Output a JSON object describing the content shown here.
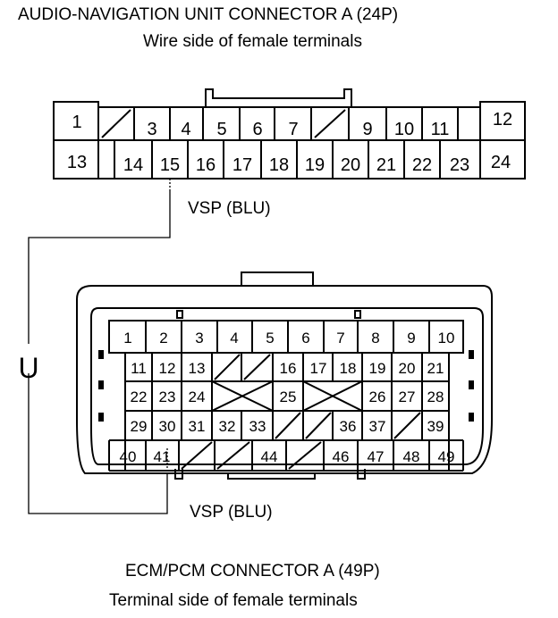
{
  "connector_a": {
    "title": "AUDIO-NAVIGATION UNIT CONNECTOR A (24P)",
    "subtitle": "Wire side of female terminals",
    "terminals_top": [
      "1",
      "",
      "3",
      "4",
      "5",
      "6",
      "7",
      "",
      "9",
      "10",
      "11",
      "12"
    ],
    "terminals_bottom": [
      "13",
      "",
      "14",
      "15",
      "16",
      "17",
      "18",
      "19",
      "20",
      "21",
      "22",
      "23",
      "24"
    ]
  },
  "connector_b": {
    "title": "ECM/PCM CONNECTOR A (49P)",
    "subtitle": "Terminal side of female terminals",
    "row1": [
      "1",
      "2",
      "3",
      "4",
      "5",
      "6",
      "7",
      "8",
      "9",
      "10"
    ],
    "row2": [
      "11",
      "12",
      "13",
      "",
      "",
      "16",
      "17",
      "18",
      "19",
      "20",
      "21"
    ],
    "row3": [
      "22",
      "23",
      "24",
      "",
      "25",
      "",
      "26",
      "27",
      "28"
    ],
    "row4": [
      "29",
      "30",
      "31",
      "32",
      "33",
      "",
      "",
      "36",
      "37",
      "",
      "39"
    ],
    "row5": [
      "40",
      "41",
      "",
      "",
      "44",
      "",
      "46",
      "47",
      "48",
      "49"
    ]
  },
  "wire": {
    "label_a": "VSP (BLU)",
    "label_b": "VSP (BLU)",
    "break_symbol": "U"
  }
}
